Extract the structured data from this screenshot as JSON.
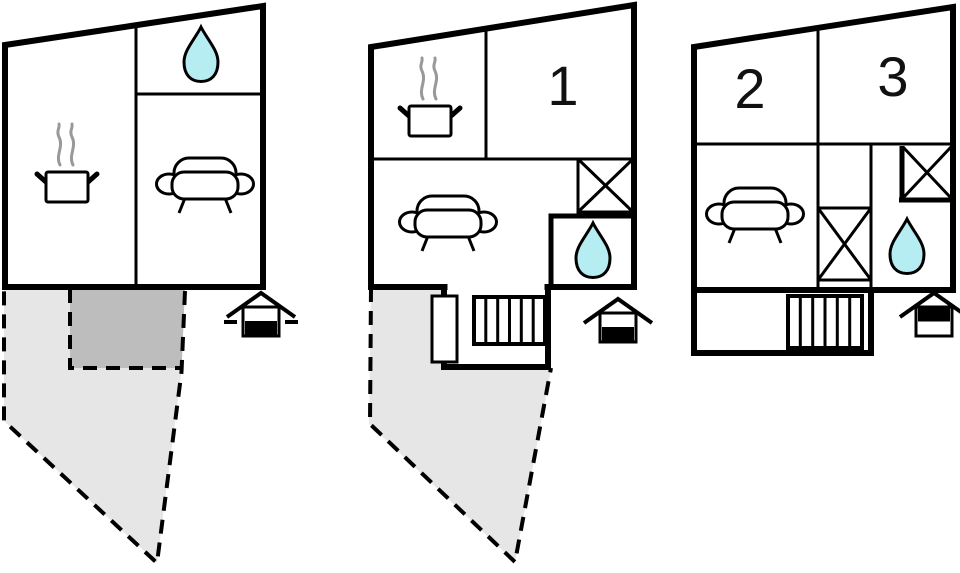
{
  "title": "three-level-floor-plan",
  "colors": {
    "wall": "#000000",
    "water": "#b5edf2",
    "terrace": "#e6e6e6",
    "terrace_dark": "#bdbdbd",
    "steam": "#999999",
    "background": "#ffffff",
    "text": "#111111"
  },
  "plans": [
    {
      "position": "left",
      "rooms": [
        {
          "name": "kitchen",
          "icon": "hotpot-icon"
        },
        {
          "name": "bathroom",
          "icon": "water-drop-icon"
        },
        {
          "name": "living-room",
          "icon": "sofa-icon"
        }
      ],
      "outdoor": {
        "terrace": "dashed-light-area",
        "patio": "dashed-dark-area"
      },
      "floor_marker": "house-icon-lower-black-with-ground-dashes"
    },
    {
      "position": "middle",
      "rooms": [
        {
          "name": "kitchen",
          "icon": "hotpot-icon"
        },
        {
          "name": "bedroom",
          "label": "1"
        },
        {
          "name": "living-room",
          "icon": "sofa-icon"
        },
        {
          "name": "bathroom",
          "icon": "water-drop-icon"
        },
        {
          "name": "closet",
          "icon": "crossed-box-icon"
        },
        {
          "name": "stair-lobby",
          "icon": "stairs-icon"
        }
      ],
      "outdoor": {
        "terrace": "dashed-light-area"
      },
      "floor_marker": "house-icon-lower-black"
    },
    {
      "position": "right",
      "rooms": [
        {
          "name": "bedroom",
          "label": "2"
        },
        {
          "name": "bedroom",
          "label": "3"
        },
        {
          "name": "living-room",
          "icon": "sofa-icon"
        },
        {
          "name": "bathroom",
          "icon": "water-drop-icon"
        },
        {
          "name": "closet",
          "icon": "crossed-box-icon"
        },
        {
          "name": "closet-2",
          "icon": "crossed-box-icon"
        },
        {
          "name": "stair-landing",
          "icon": "stairs-icon"
        }
      ],
      "outdoor": {},
      "floor_marker": "house-icon-upper-black"
    }
  ]
}
